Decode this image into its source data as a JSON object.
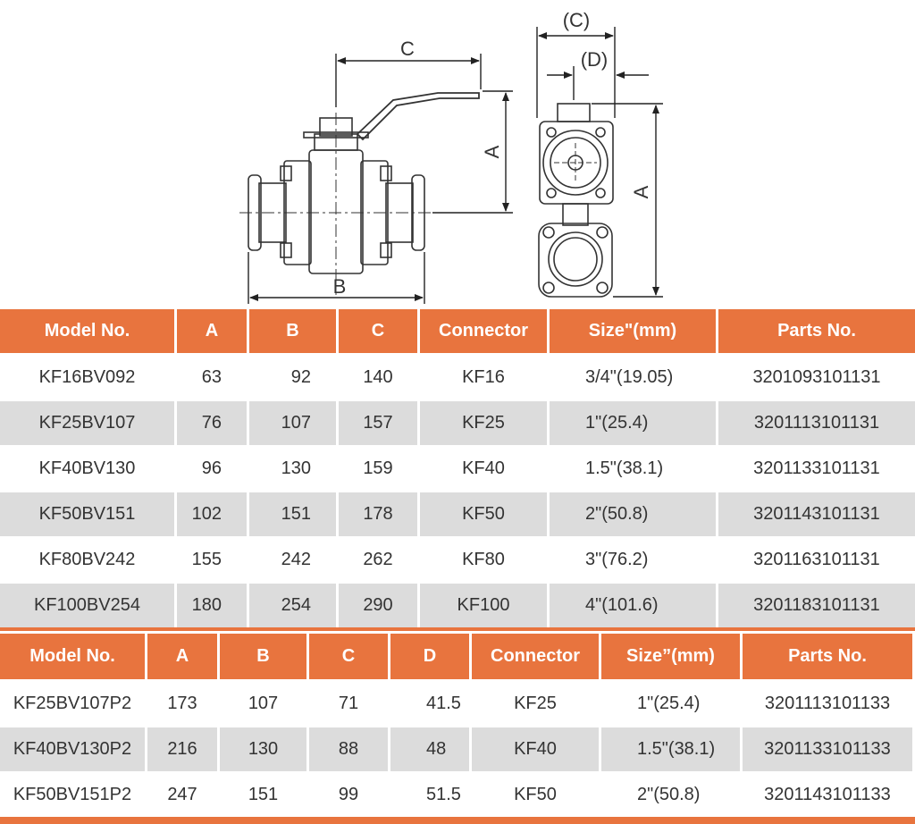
{
  "drawing": {
    "side_view": {
      "labels": {
        "c": "C",
        "a": "A",
        "b": "B"
      }
    },
    "end_view": {
      "labels": {
        "c": "(C)",
        "d": "(D)",
        "a": "A"
      }
    }
  },
  "table1": {
    "headers": [
      "Model No.",
      "A",
      "B",
      "C",
      "Connector",
      "Size\"(mm)",
      "Parts No."
    ],
    "rows": [
      [
        "KF16BV092",
        "63",
        "92",
        "140",
        "KF16",
        "3/4\"(19.05)",
        "3201093101131"
      ],
      [
        "KF25BV107",
        "76",
        "107",
        "157",
        "KF25",
        "1\"(25.4)",
        "3201113101131"
      ],
      [
        "KF40BV130",
        "96",
        "130",
        "159",
        "KF40",
        "1.5\"(38.1)",
        "3201133101131"
      ],
      [
        "KF50BV151",
        "102",
        "151",
        "178",
        "KF50",
        "2\"(50.8)",
        "3201143101131"
      ],
      [
        "KF80BV242",
        "155",
        "242",
        "262",
        "KF80",
        "3\"(76.2)",
        "3201163101131"
      ],
      [
        "KF100BV254",
        "180",
        "254",
        "290",
        "KF100",
        "4\"(101.6)",
        "3201183101131"
      ]
    ]
  },
  "table2": {
    "headers": [
      "Model No.",
      "A",
      "B",
      "C",
      "D",
      "Connector",
      "Size”(mm)",
      "Parts No."
    ],
    "rows": [
      [
        "KF25BV107P2",
        "173",
        "107",
        "71",
        "41.5",
        "KF25",
        "1\"(25.4)",
        "3201113101133"
      ],
      [
        "KF40BV130P2",
        "216",
        "130",
        "88",
        "48",
        "KF40",
        "1.5\"(38.1)",
        "3201133101133"
      ],
      [
        "KF50BV151P2",
        "247",
        "151",
        "99",
        "51.5",
        "KF50",
        "2\"(50.8)",
        "3201143101133"
      ]
    ]
  },
  "colors": {
    "header_bg": "#e8743e",
    "alt_row_bg": "#dcdcdc",
    "text": "#333333"
  }
}
